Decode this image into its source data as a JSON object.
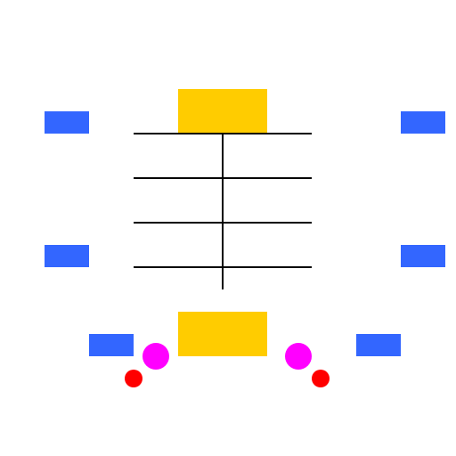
{
  "colors": {
    "background": "#ffffff",
    "platform": "#3366ff",
    "goal": "#ffcc00",
    "ladder": "#000000",
    "player_token": "#ff00ff",
    "enemy_token": "#ff0000"
  },
  "scene": {
    "platforms": [
      {
        "name": "platform-upper-left"
      },
      {
        "name": "platform-upper-right"
      },
      {
        "name": "platform-middle-left"
      },
      {
        "name": "platform-middle-right"
      },
      {
        "name": "platform-lower-left"
      },
      {
        "name": "platform-lower-right"
      }
    ],
    "goal_blocks": [
      {
        "name": "goal-block-top"
      },
      {
        "name": "goal-block-bottom"
      }
    ],
    "ladder": {
      "rungs": 4
    },
    "tokens": {
      "magenta": [
        {
          "name": "magenta-token-left"
        },
        {
          "name": "magenta-token-right"
        }
      ],
      "red": [
        {
          "name": "red-token-left"
        },
        {
          "name": "red-token-right"
        }
      ]
    }
  }
}
